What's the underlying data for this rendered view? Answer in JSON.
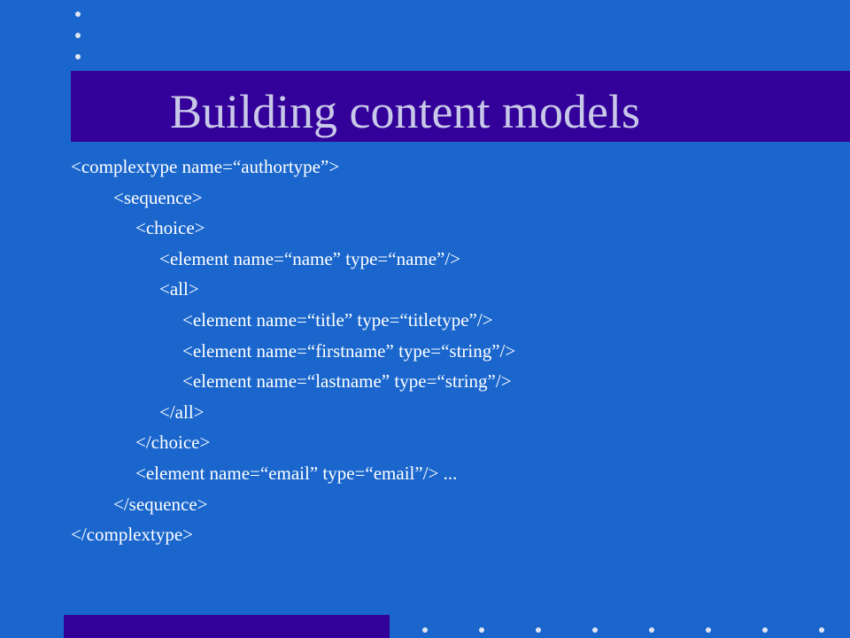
{
  "slide": {
    "title": "Building content models",
    "code_lines": [
      "<complextype name=“authortype”>",
      "<sequence>",
      "<choice>",
      "<element name=“name” type=“name”/>",
      "<all>",
      "<element name=“title” type=“titletype”/>",
      "<element name=“firstname” type=“string”/>",
      "<element name=“lastname” type=“string”/>",
      "</all>",
      "</choice>",
      "<element name=“email” type=“email”/> ...",
      "</sequence>",
      "</complextype>"
    ]
  },
  "colors": {
    "background": "#1a66cc",
    "title_bar": "#330099",
    "title_text": "#c8c8e8",
    "body_text": "#ffffff",
    "dots": "#dfe6f2"
  }
}
